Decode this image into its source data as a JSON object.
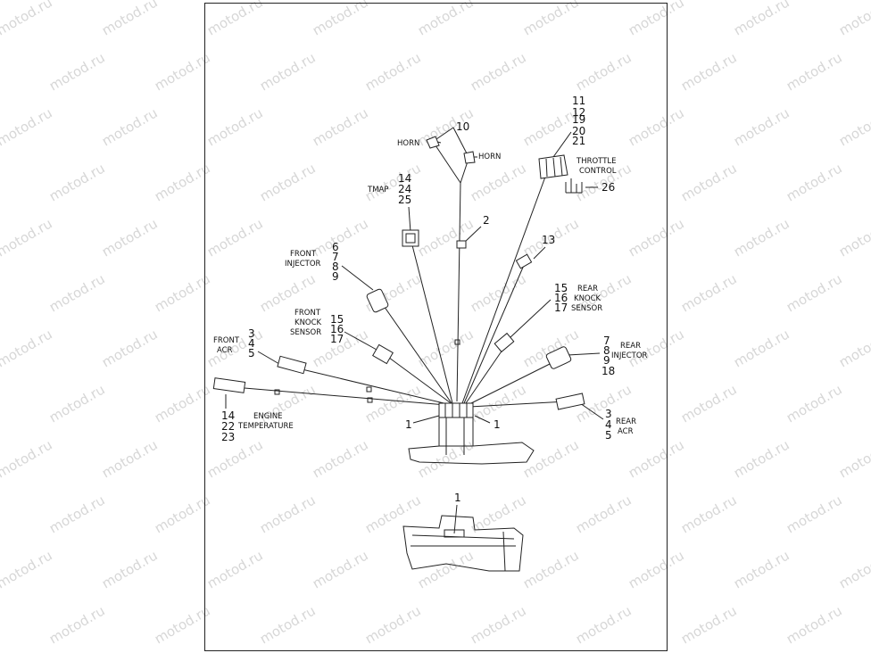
{
  "watermark": {
    "text": "motod.ru",
    "color": "#d7d7d7"
  },
  "colors": {
    "ink": "#222222",
    "frame": "#222222",
    "background": "#ffffff"
  },
  "callouts": {
    "horn_group": "10",
    "horn_left": "HORN",
    "horn_right": "HORN",
    "item_2": "2",
    "throttle_nums": [
      "11",
      "12",
      "19",
      "20",
      "21"
    ],
    "throttle_label": [
      "THROTTLE",
      "CONTROL"
    ],
    "item_26": "26",
    "tmap_label": "TMAP",
    "tmap_nums": [
      "14",
      "24",
      "25"
    ],
    "item_13": "13",
    "front_injector_label": [
      "FRONT",
      "INJECTOR"
    ],
    "front_injector_nums": [
      "6",
      "7",
      "8",
      "9"
    ],
    "rear_knock_nums": [
      "15",
      "16",
      "17"
    ],
    "rear_knock_label": [
      "REAR",
      "KNOCK",
      "SENSOR"
    ],
    "front_knock_label": [
      "FRONT",
      "KNOCK",
      "SENSOR"
    ],
    "front_knock_nums": [
      "15",
      "16",
      "17"
    ],
    "front_acr_label": [
      "FRONT",
      "ACR"
    ],
    "front_acr_nums": [
      "3",
      "4",
      "5"
    ],
    "rear_injector_nums": [
      "7",
      "8",
      "9",
      "18"
    ],
    "rear_injector_label": [
      "REAR",
      "INJECTOR"
    ],
    "engine_temp_nums": [
      "14",
      "22",
      "23"
    ],
    "engine_temp_label": [
      "ENGINE",
      "TEMPERATURE"
    ],
    "item_1_left": "1",
    "item_1_right": "1",
    "rear_acr_nums": [
      "3",
      "4",
      "5"
    ],
    "rear_acr_label": [
      "REAR",
      "ACR"
    ],
    "item_1_lower": "1"
  }
}
